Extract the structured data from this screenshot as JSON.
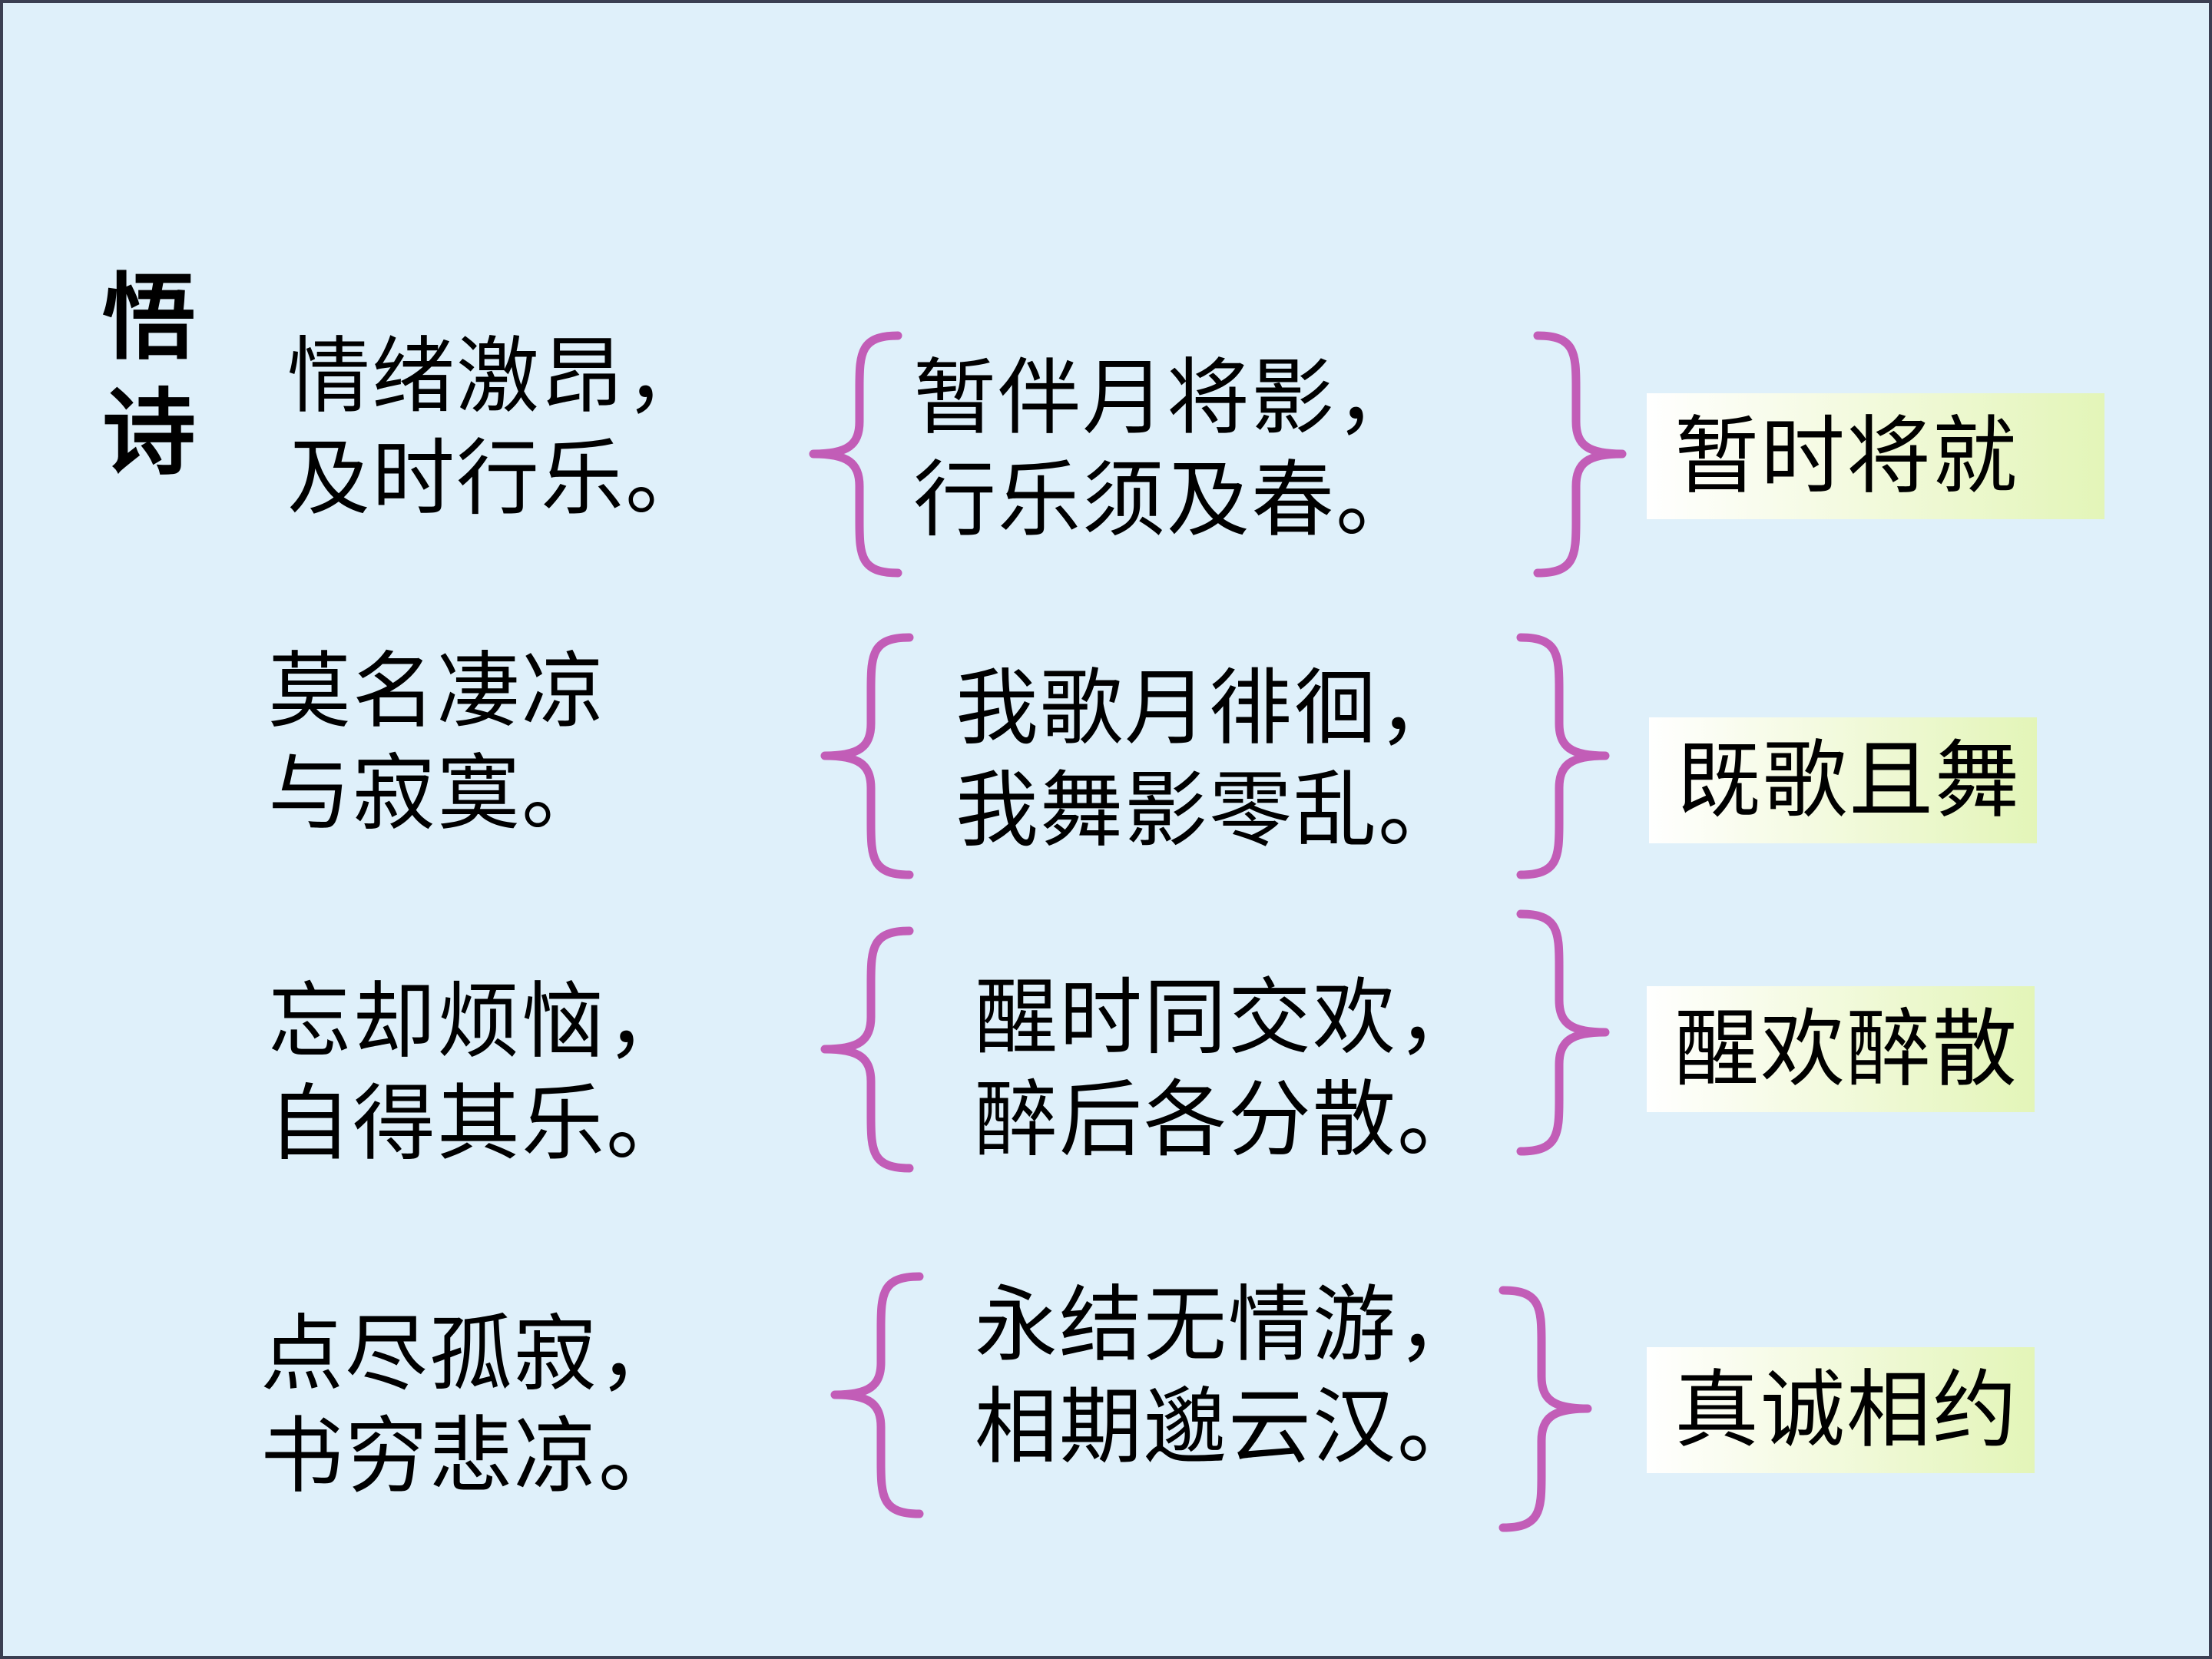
{
  "title": [
    "悟",
    "诗"
  ],
  "rows": [
    {
      "feeling": [
        "情绪激昂，",
        "及时行乐。"
      ],
      "verse": [
        "暂伴月将影，",
        "行乐须及春。"
      ],
      "summary": "暂时将就"
    },
    {
      "feeling": [
        "莫名凄凉",
        "与寂寞。"
      ],
      "verse": [
        "我歌月徘徊，",
        "我舞影零乱。"
      ],
      "summary": "既歌且舞"
    },
    {
      "feeling": [
        "忘却烦恼，",
        "自得其乐。"
      ],
      "verse": [
        "醒时同交欢，",
        "醉后各分散。"
      ],
      "summary": "醒欢醉散"
    },
    {
      "feeling": [
        "点尽孤寂，",
        "书穷悲凉。"
      ],
      "verse": [
        "永结无情游，",
        "相期邈云汉。"
      ],
      "summary": "真诚相约"
    }
  ],
  "colors": {
    "background": "#dff0fa",
    "brace": "#c25db7",
    "summary_highlight": "#e3f5b8"
  }
}
